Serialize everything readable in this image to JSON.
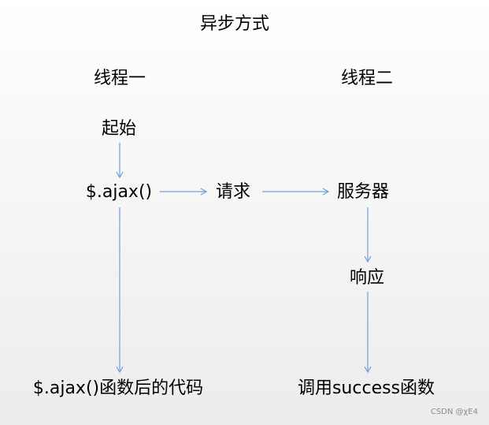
{
  "diagram": {
    "title": "异步方式",
    "threads": {
      "thread1": "线程一",
      "thread2": "线程二"
    },
    "nodes": {
      "start": "起始",
      "ajax": "$.ajax()",
      "request": "请求",
      "server": "服务器",
      "response": "响应",
      "code_after_ajax": "$.ajax()函数后的代码",
      "call_success": "调用success函数"
    },
    "arrow_color": "#6f9fe0"
  },
  "watermark": "CSDN @χE4"
}
